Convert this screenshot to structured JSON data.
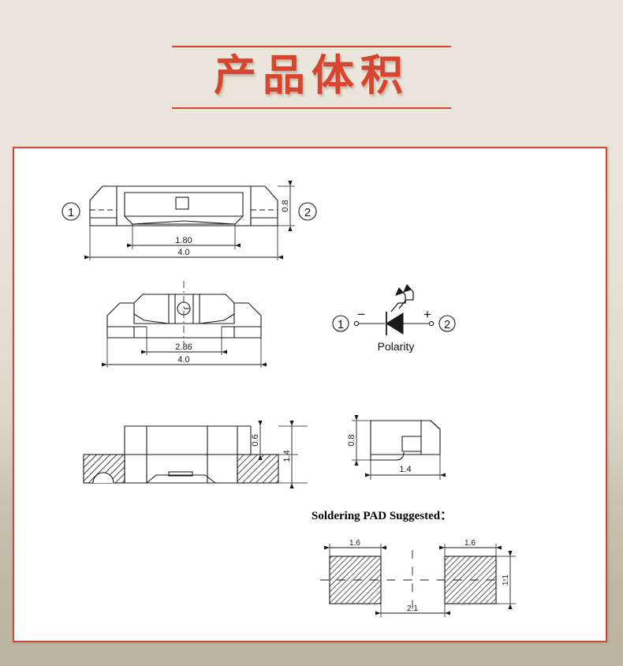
{
  "page": {
    "title": "产品体积",
    "background_top_color": "#eae6dc",
    "background_bottom_color": "#bdb5a0",
    "accent_color": "#d6452f"
  },
  "panel": {
    "border_color": "#d6452f",
    "background_color": "#ffffff"
  },
  "drawings": {
    "top_view": {
      "name": "top-view",
      "terminal_left": "1",
      "terminal_right": "2",
      "dimensions": {
        "inner_width": "1.80",
        "overall_width": "4.0",
        "height": "0.8"
      }
    },
    "bottom_view": {
      "name": "bottom-view",
      "dimensions": {
        "inner_width": "2.86",
        "overall_width": "4.0"
      }
    },
    "polarity": {
      "name": "polarity-diagram",
      "label": "Polarity",
      "terminal_left": "1",
      "terminal_right": "2",
      "sign_left": "−",
      "sign_right": "+"
    },
    "section_view": {
      "name": "cross-section-view",
      "dimensions": {
        "pad_height": "0.6",
        "total_height": "1.4"
      }
    },
    "side_view": {
      "name": "side-profile-view",
      "dimensions": {
        "height": "0.8",
        "width": "1.4"
      }
    },
    "soldering_pad": {
      "name": "soldering-pad-drawing",
      "title": "Soldering PAD Suggested：",
      "dimensions": {
        "pad_left_width": "1.6",
        "pad_right_width": "1.6",
        "gap_center": "2.1",
        "pad_height": "1.1"
      }
    }
  }
}
